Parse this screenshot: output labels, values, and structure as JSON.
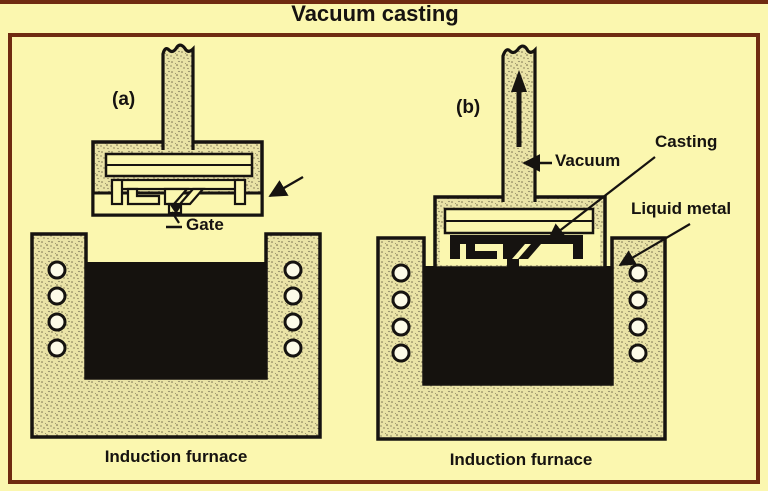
{
  "title": "Vacuum casting",
  "figure_a": {
    "label": "(a)",
    "gate": "Gate",
    "furnace": "Induction furnace"
  },
  "figure_b": {
    "label": "(b)",
    "vacuum": "Vacuum",
    "casting": "Casting",
    "liquid_metal": "Liquid metal",
    "furnace": "Induction furnace"
  },
  "colors": {
    "background": "#fbf7af",
    "frame_border": "#6f2b11",
    "ink": "#161310",
    "stipple_base": "#eae3a6",
    "liquid_metal": "#15120e",
    "coil_fill": "#fdfbe8"
  },
  "icons": {
    "vacuum_up_arrow": "arrow-up",
    "vacuum_pointer": "arrow-left",
    "casting_pointer": "leader-arrow",
    "liquid_metal_pointer": "leader-arrow",
    "mold_pointer": "leader-arrow"
  }
}
